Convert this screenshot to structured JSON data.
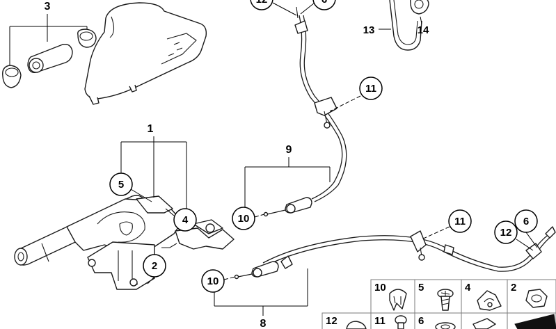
{
  "callouts": {
    "c12_top": "12",
    "c6_top": "6",
    "c13": "13",
    "c14": "14",
    "c3": "3",
    "c11_upper": "11",
    "c1": "1",
    "c9": "9",
    "c5": "5",
    "c4": "4",
    "c10_upper": "10",
    "c2": "2",
    "c11_lower": "11",
    "c6_right": "6",
    "c12_right": "12",
    "c10_lower": "10",
    "c8": "8"
  },
  "parts_grid": {
    "row1": [
      "10",
      "5",
      "4",
      "2"
    ],
    "row2": [
      "12",
      "11",
      "6"
    ]
  },
  "colors": {
    "line": "#1a1a1a",
    "grid_border": "#7a7a7a",
    "background": "#ffffff"
  }
}
